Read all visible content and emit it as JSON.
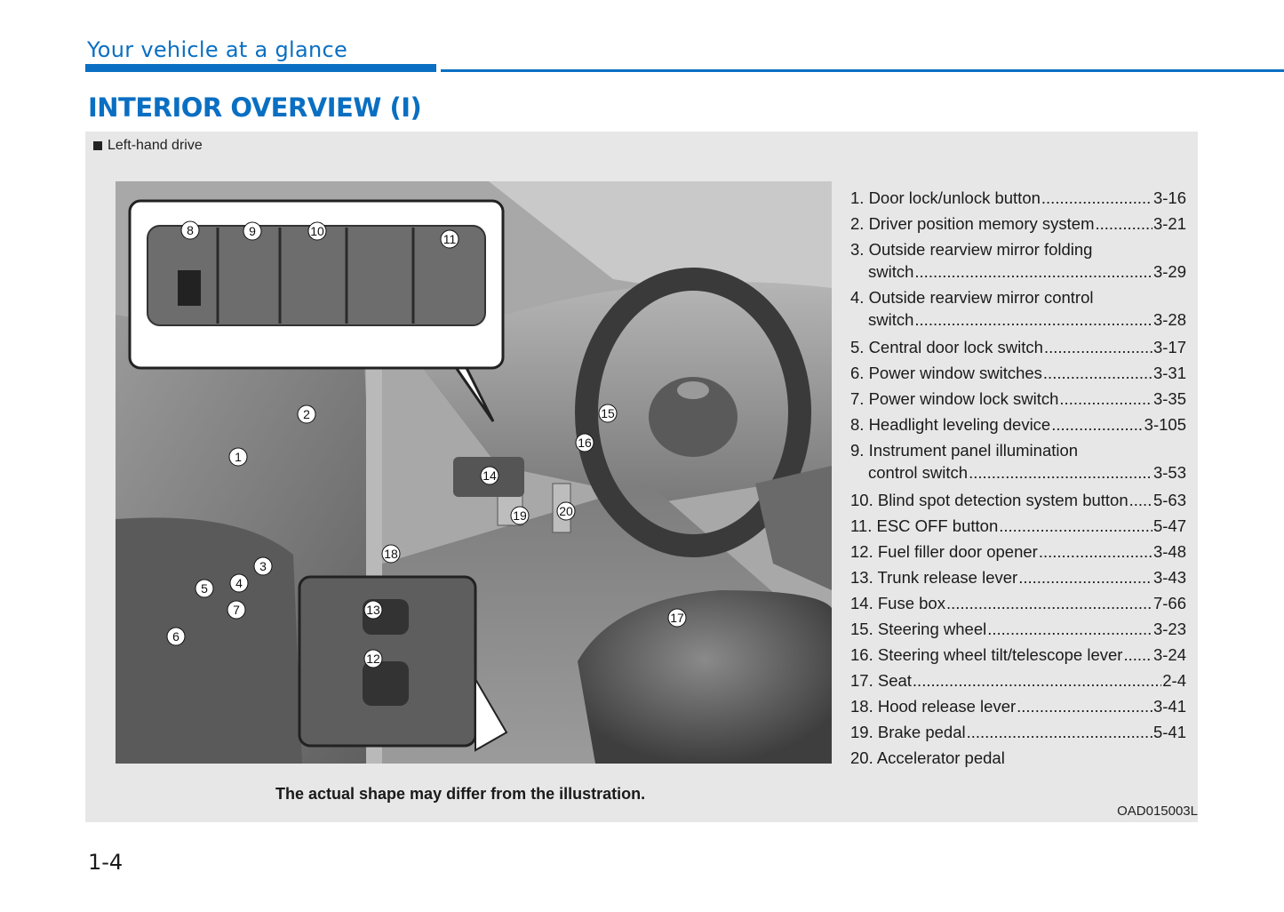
{
  "header": {
    "section_title": "Your vehicle at a glance",
    "page_heading": "INTERIOR OVERVIEW (I)"
  },
  "figure": {
    "drive_label": "Left-hand drive",
    "caption": "The actual shape may differ from the illustration.",
    "code": "OAD015003L",
    "callouts": [
      "1",
      "2",
      "3",
      "4",
      "5",
      "6",
      "7",
      "8",
      "9",
      "10",
      "11",
      "12",
      "13",
      "14",
      "15",
      "16",
      "17",
      "18",
      "19",
      "20"
    ]
  },
  "toc": [
    {
      "num": "1.",
      "text": "Door lock/unlock button",
      "page": "3-16"
    },
    {
      "num": "2.",
      "text": "Driver position memory system",
      "page": "3-21"
    },
    {
      "num": "3.",
      "text": "Outside rearview mirror folding",
      "cont": "switch",
      "page": "3-29"
    },
    {
      "num": "4.",
      "text": "Outside rearview mirror control",
      "cont": "switch",
      "page": "3-28"
    },
    {
      "num": "5.",
      "text": "Central door lock switch",
      "page": "3-17"
    },
    {
      "num": "6.",
      "text": "Power window switches",
      "page": "3-31"
    },
    {
      "num": "7.",
      "text": "Power window lock switch",
      "page": "3-35"
    },
    {
      "num": "8.",
      "text": "Headlight leveling device",
      "page": "3-105"
    },
    {
      "num": "9.",
      "text": "Instrument panel illumination",
      "cont": "control switch",
      "page": "3-53"
    },
    {
      "num": "10.",
      "text": "Blind spot detection system button",
      "page": "5-63"
    },
    {
      "num": "11.",
      "text": "ESC OFF button",
      "page": "5-47"
    },
    {
      "num": "12.",
      "text": "Fuel filler door opener",
      "page": "3-48"
    },
    {
      "num": "13.",
      "text": "Trunk release lever",
      "page": "3-43"
    },
    {
      "num": "14.",
      "text": "Fuse box",
      "page": "7-66"
    },
    {
      "num": "15.",
      "text": "Steering wheel",
      "page": "3-23"
    },
    {
      "num": "16.",
      "text": "Steering wheel tilt/telescope lever",
      "page": "3-24"
    },
    {
      "num": "17.",
      "text": "Seat",
      "page": "2-4"
    },
    {
      "num": "18.",
      "text": "Hood release lever",
      "page": "3-41"
    },
    {
      "num": "19.",
      "text": "Brake pedal",
      "page": "5-41"
    },
    {
      "num": "20.",
      "text": "Accelerator pedal",
      "page": ""
    }
  ],
  "footer": {
    "page_number": "1-4"
  }
}
